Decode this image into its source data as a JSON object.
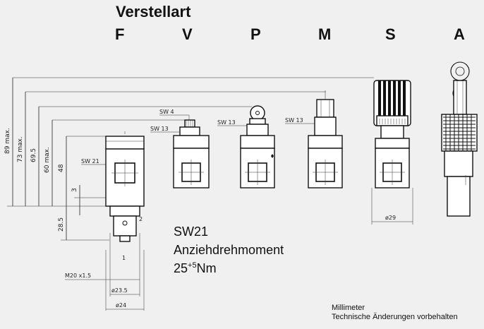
{
  "title": "Verstellart",
  "columns": [
    {
      "letter": "F"
    },
    {
      "letter": "V"
    },
    {
      "letter": "P"
    },
    {
      "letter": "M"
    },
    {
      "letter": "S"
    },
    {
      "letter": "A"
    }
  ],
  "dimensions": {
    "h89": "89 max.",
    "h73": "73 max.",
    "h69": "69.5",
    "h60": "60 max.",
    "h48": "48",
    "h3": "3",
    "h28": "28.5",
    "sw21": "SW 21",
    "sw4": "SW 4",
    "sw13_v_outer": "SW 13",
    "sw13_p": "SW 13",
    "sw13_m": "SW 13",
    "d29": "ø29",
    "m20": "M20 x1.5",
    "d23": "ø23.5",
    "d24": "ø24",
    "mark1": "1",
    "mark2": "2"
  },
  "torque": {
    "line1": "SW21",
    "line2": "Anziehdrehmoment",
    "value": "25",
    "superscript": "+5",
    "unit": "Nm"
  },
  "footer": {
    "unit": "Millimeter",
    "disclaimer": "Technische Änderungen vorbehalten"
  }
}
